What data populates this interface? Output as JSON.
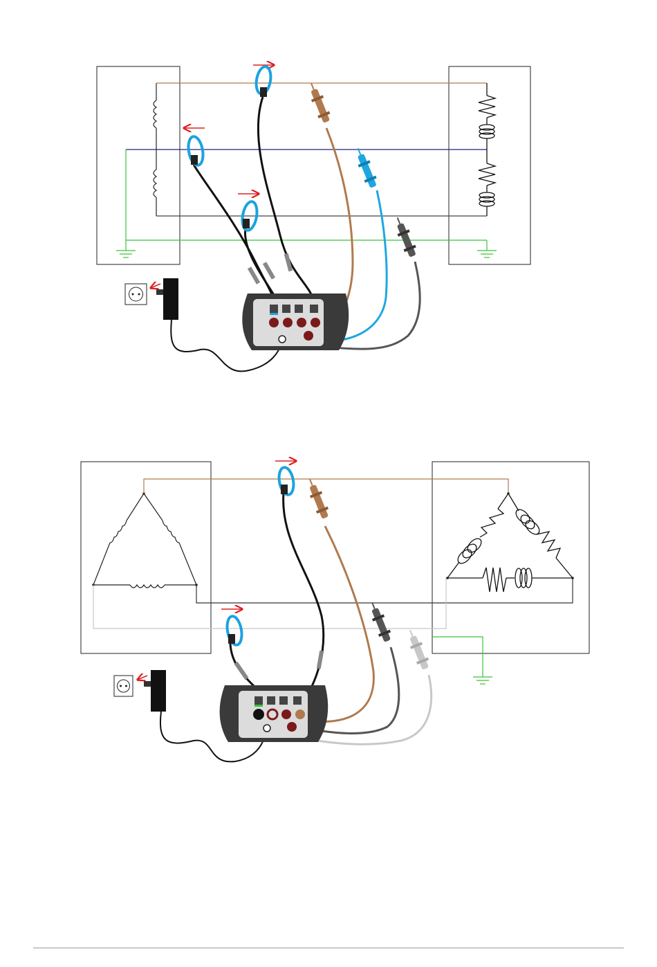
{
  "colors": {
    "phase_l1": "#b07a4e",
    "phase_l2": "#1fa6e0",
    "phase_l3": "#555555",
    "phase_l3_light": "#c8c8c8",
    "neutral": "#1a237e",
    "earth": "#39c23a",
    "current_arrow": "#e02020",
    "clamp": "#1ba3df",
    "instrument_body": "#3a3a3a",
    "instrument_panel": "#dcdcdc",
    "socket_dark_red": "#7a1a1a"
  },
  "icons": {
    "mains_outlet": "power-outlet-icon",
    "power_adapter": "power-adapter-icon",
    "earth_symbol": "ground-icon",
    "current_direction": "arrow-right-icon",
    "clamp": "current-clamp-icon",
    "voltage_probe": "test-probe-icon",
    "instrument": "power-analyzer-icon"
  },
  "diagrams": [
    {
      "id": "star-connection",
      "current_clamps": 3,
      "voltage_probes": 3,
      "arrows": [
        "right",
        "left",
        "right"
      ]
    },
    {
      "id": "delta-connection",
      "current_clamps": 2,
      "voltage_probes": 3,
      "arrows": [
        "right",
        "right"
      ]
    }
  ]
}
